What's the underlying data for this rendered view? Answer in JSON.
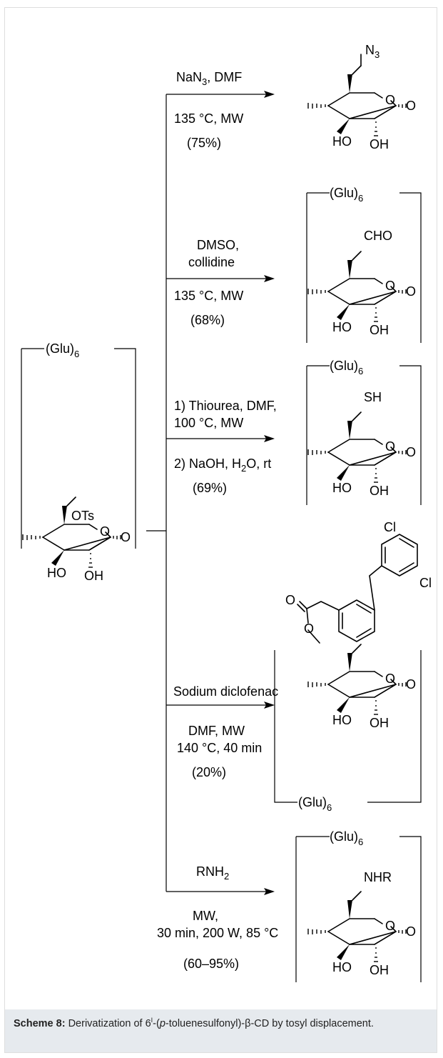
{
  "figure": {
    "start": {
      "top_label": "(Glu)",
      "top_sub": "6",
      "group": "OTs",
      "ho": "HO",
      "oh": "OH",
      "ring_o": "O",
      "link_o": "O"
    },
    "reactions": [
      {
        "cond_above": [
          "NaN",
          "3",
          ", DMF"
        ],
        "cond_below": [
          "135 °C, MW",
          "(75%)"
        ],
        "product": {
          "group_main": "N",
          "group_sub": "3",
          "ho": "HO",
          "oh": "OH",
          "ring_o": "O",
          "link_o": "O"
        }
      },
      {
        "cond_above": [
          "DMSO,",
          "collidine"
        ],
        "cond_below": [
          "135 °C, MW",
          "(68%)"
        ],
        "product": {
          "top_label": "(Glu)",
          "top_sub": "6",
          "group": "CHO",
          "ho": "HO",
          "oh": "OH",
          "ring_o": "O",
          "link_o": "O"
        }
      },
      {
        "cond_above": [
          "1) Thiourea, DMF,",
          "100 °C, MW"
        ],
        "cond_below_1": "2) NaOH, H",
        "cond_below_1_sub": "2",
        "cond_below_1_end": "O, rt",
        "cond_below_2": "(69%)",
        "product": {
          "top_label": "(Glu)",
          "top_sub": "6",
          "group": "SH",
          "ho": "HO",
          "oh": "OH",
          "ring_o": "O",
          "link_o": "O"
        }
      },
      {
        "cond_above": "Sodium diclofenac",
        "cond_below": [
          "DMF, MW",
          "140 °C, 40 min",
          "(20%)"
        ],
        "product": {
          "bottom_label": "(Glu)",
          "bottom_sub": "6",
          "ester_o1": "O",
          "ester_o2": "O",
          "cl1": "Cl",
          "cl2": "Cl",
          "ho": "HO",
          "oh": "OH",
          "ring_o": "O",
          "link_o": "O"
        }
      },
      {
        "cond_above_main": "RNH",
        "cond_above_sub": "2",
        "cond_below": [
          "MW,",
          "30 min, 200 W, 85 °C",
          "(60–95%)"
        ],
        "product": {
          "top_label": "(Glu)",
          "top_sub": "6",
          "group": "NHR",
          "ho": "HO",
          "oh": "OH",
          "ring_o": "O",
          "link_o": "O"
        }
      }
    ]
  },
  "caption": {
    "label": "Scheme 8:",
    "text_1": " Derivatization of 6",
    "sup": "I",
    "text_2": "-(",
    "italic": "p",
    "text_3": "-toluenesulfonyl)-β-CD by tosyl displacement."
  }
}
